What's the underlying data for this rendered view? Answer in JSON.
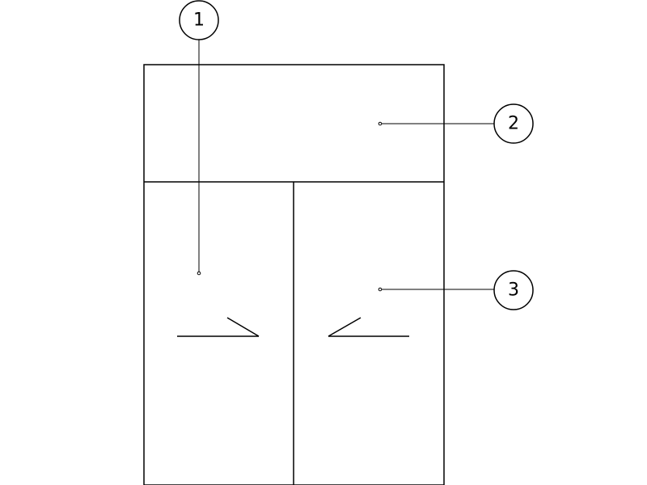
{
  "callouts": [
    {
      "number": "1",
      "part": "left-door"
    },
    {
      "number": "2",
      "part": "top-panel"
    },
    {
      "number": "3",
      "part": "right-door"
    }
  ],
  "colors": {
    "line": "#000000",
    "background": "#ffffff"
  }
}
